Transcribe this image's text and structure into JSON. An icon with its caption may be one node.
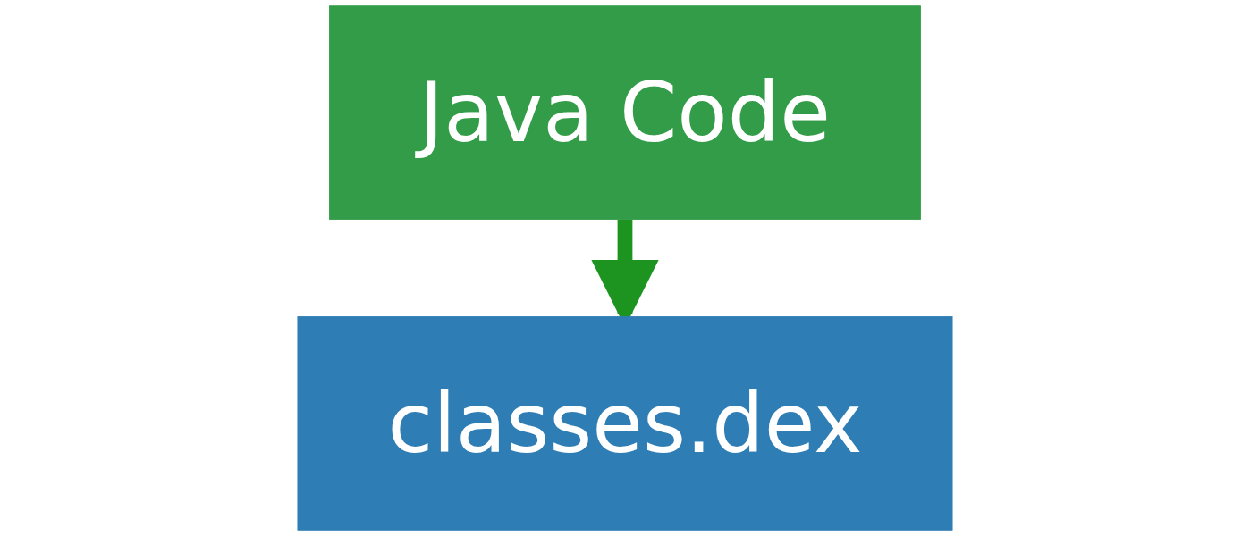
{
  "diagram": {
    "nodes": [
      {
        "text": [
          "Java Code"
        ]
      },
      {
        "text": [
          "classes.dex"
        ]
      }
    ],
    "edges": [
      {
        "from": 0,
        "to": 1,
        "arrow": "to",
        "color": "#1e9420"
      }
    ]
  }
}
